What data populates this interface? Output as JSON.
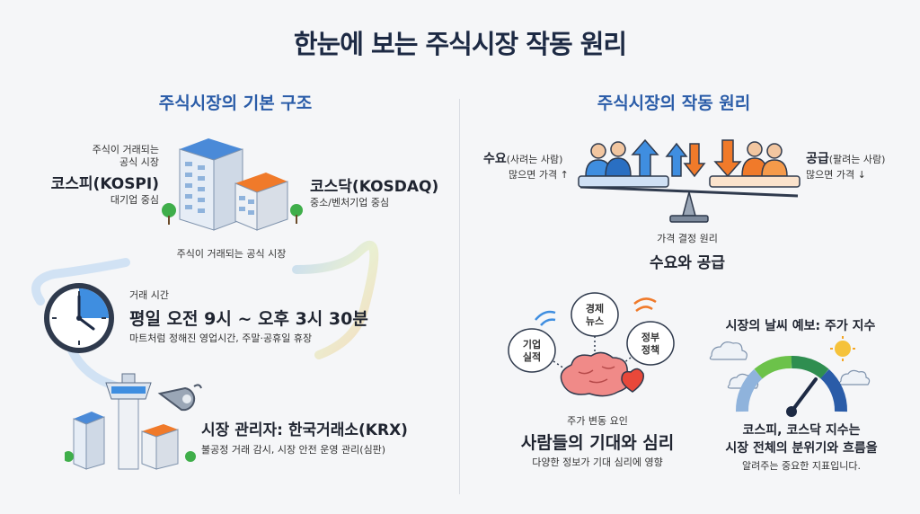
{
  "title": "한눈에 보는 주식시장 작동 원리",
  "left": {
    "heading": "주식시장의 기본 구조",
    "kospi": {
      "caption_line1": "주식이 거래되는",
      "caption_line2": "공식 시장",
      "name": "코스피(KOSPI)",
      "desc": "대기업 중심"
    },
    "kosdaq": {
      "name": "코스닥(KOSDAQ)",
      "desc": "중소/벤처기업 중심"
    },
    "market_caption": "주식이 거래되는 공식 시장",
    "hours": {
      "label": "거래 시간",
      "value": "평일 오전 9시 ~ 오후 3시 30분",
      "desc": "마트처럼 정해진 영업시간, 주말·공휴일 휴장"
    },
    "manager": {
      "title": "시장 관리자: 한국거래소(KRX)",
      "desc": "불공정 거래 감시, 시장 안전 운영 관리(심판)"
    }
  },
  "right": {
    "heading": "주식시장의 작동 원리",
    "demand": {
      "label": "수요",
      "paren": "(사려는 사람)",
      "desc": "많으면 가격 ↑"
    },
    "supply": {
      "label": "공급",
      "paren": "(팔려는 사람)",
      "desc": "많으면 가격 ↓"
    },
    "price_caption": "가격 결정 원리",
    "price_title": "수요와 공급",
    "factors": {
      "f1": "기업",
      "f1b": "실적",
      "f2": "경제",
      "f2b": "뉴스",
      "f3": "정부",
      "f3b": "정책"
    },
    "volatility_caption": "주가 변동 요인",
    "volatility_title": "사람들의 기대와 심리",
    "volatility_desc": "다양한 정보가 기대 심리에 영향",
    "weather_title": "시장의 날씨 예보: 주가 지수",
    "index_line1": "코스피, 코스닥 지수는",
    "index_line2": "시장 전체의 분위기와 흐름을",
    "index_line3": "알려주는 중요한 지표입니다."
  },
  "colors": {
    "accent_blue": "#2a5ca8",
    "building_blue": "#3f7fd0",
    "building_orange": "#f07a2a",
    "tree_green": "#3fae4a"
  }
}
